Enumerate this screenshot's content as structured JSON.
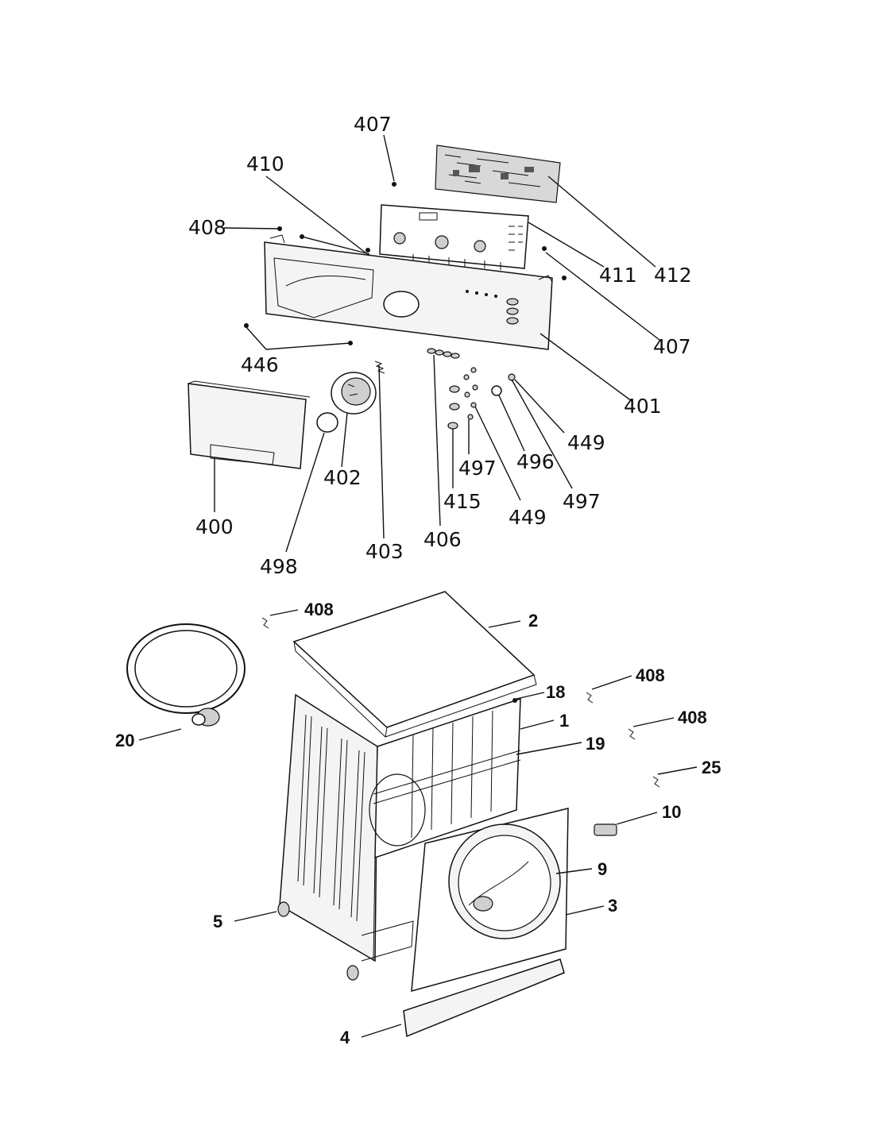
{
  "callouts": {
    "c407a": "407",
    "c410": "410",
    "c408a": "408",
    "c411": "411",
    "c412": "412",
    "c407b": "407",
    "c446": "446",
    "c401": "401",
    "c449a": "449",
    "c496": "496",
    "c497a": "497",
    "c497b": "497",
    "c402": "402",
    "c415": "415",
    "c449b": "449",
    "c400": "400",
    "c498": "498",
    "c403": "403",
    "c406": "406",
    "c408b": "408",
    "c2": "2",
    "c408c": "408",
    "c18": "18",
    "c1": "1",
    "c408d": "408",
    "c19": "19",
    "c20": "20",
    "c25": "25",
    "c10": "10",
    "c9": "9",
    "c5": "5",
    "c3": "3",
    "c4": "4"
  }
}
